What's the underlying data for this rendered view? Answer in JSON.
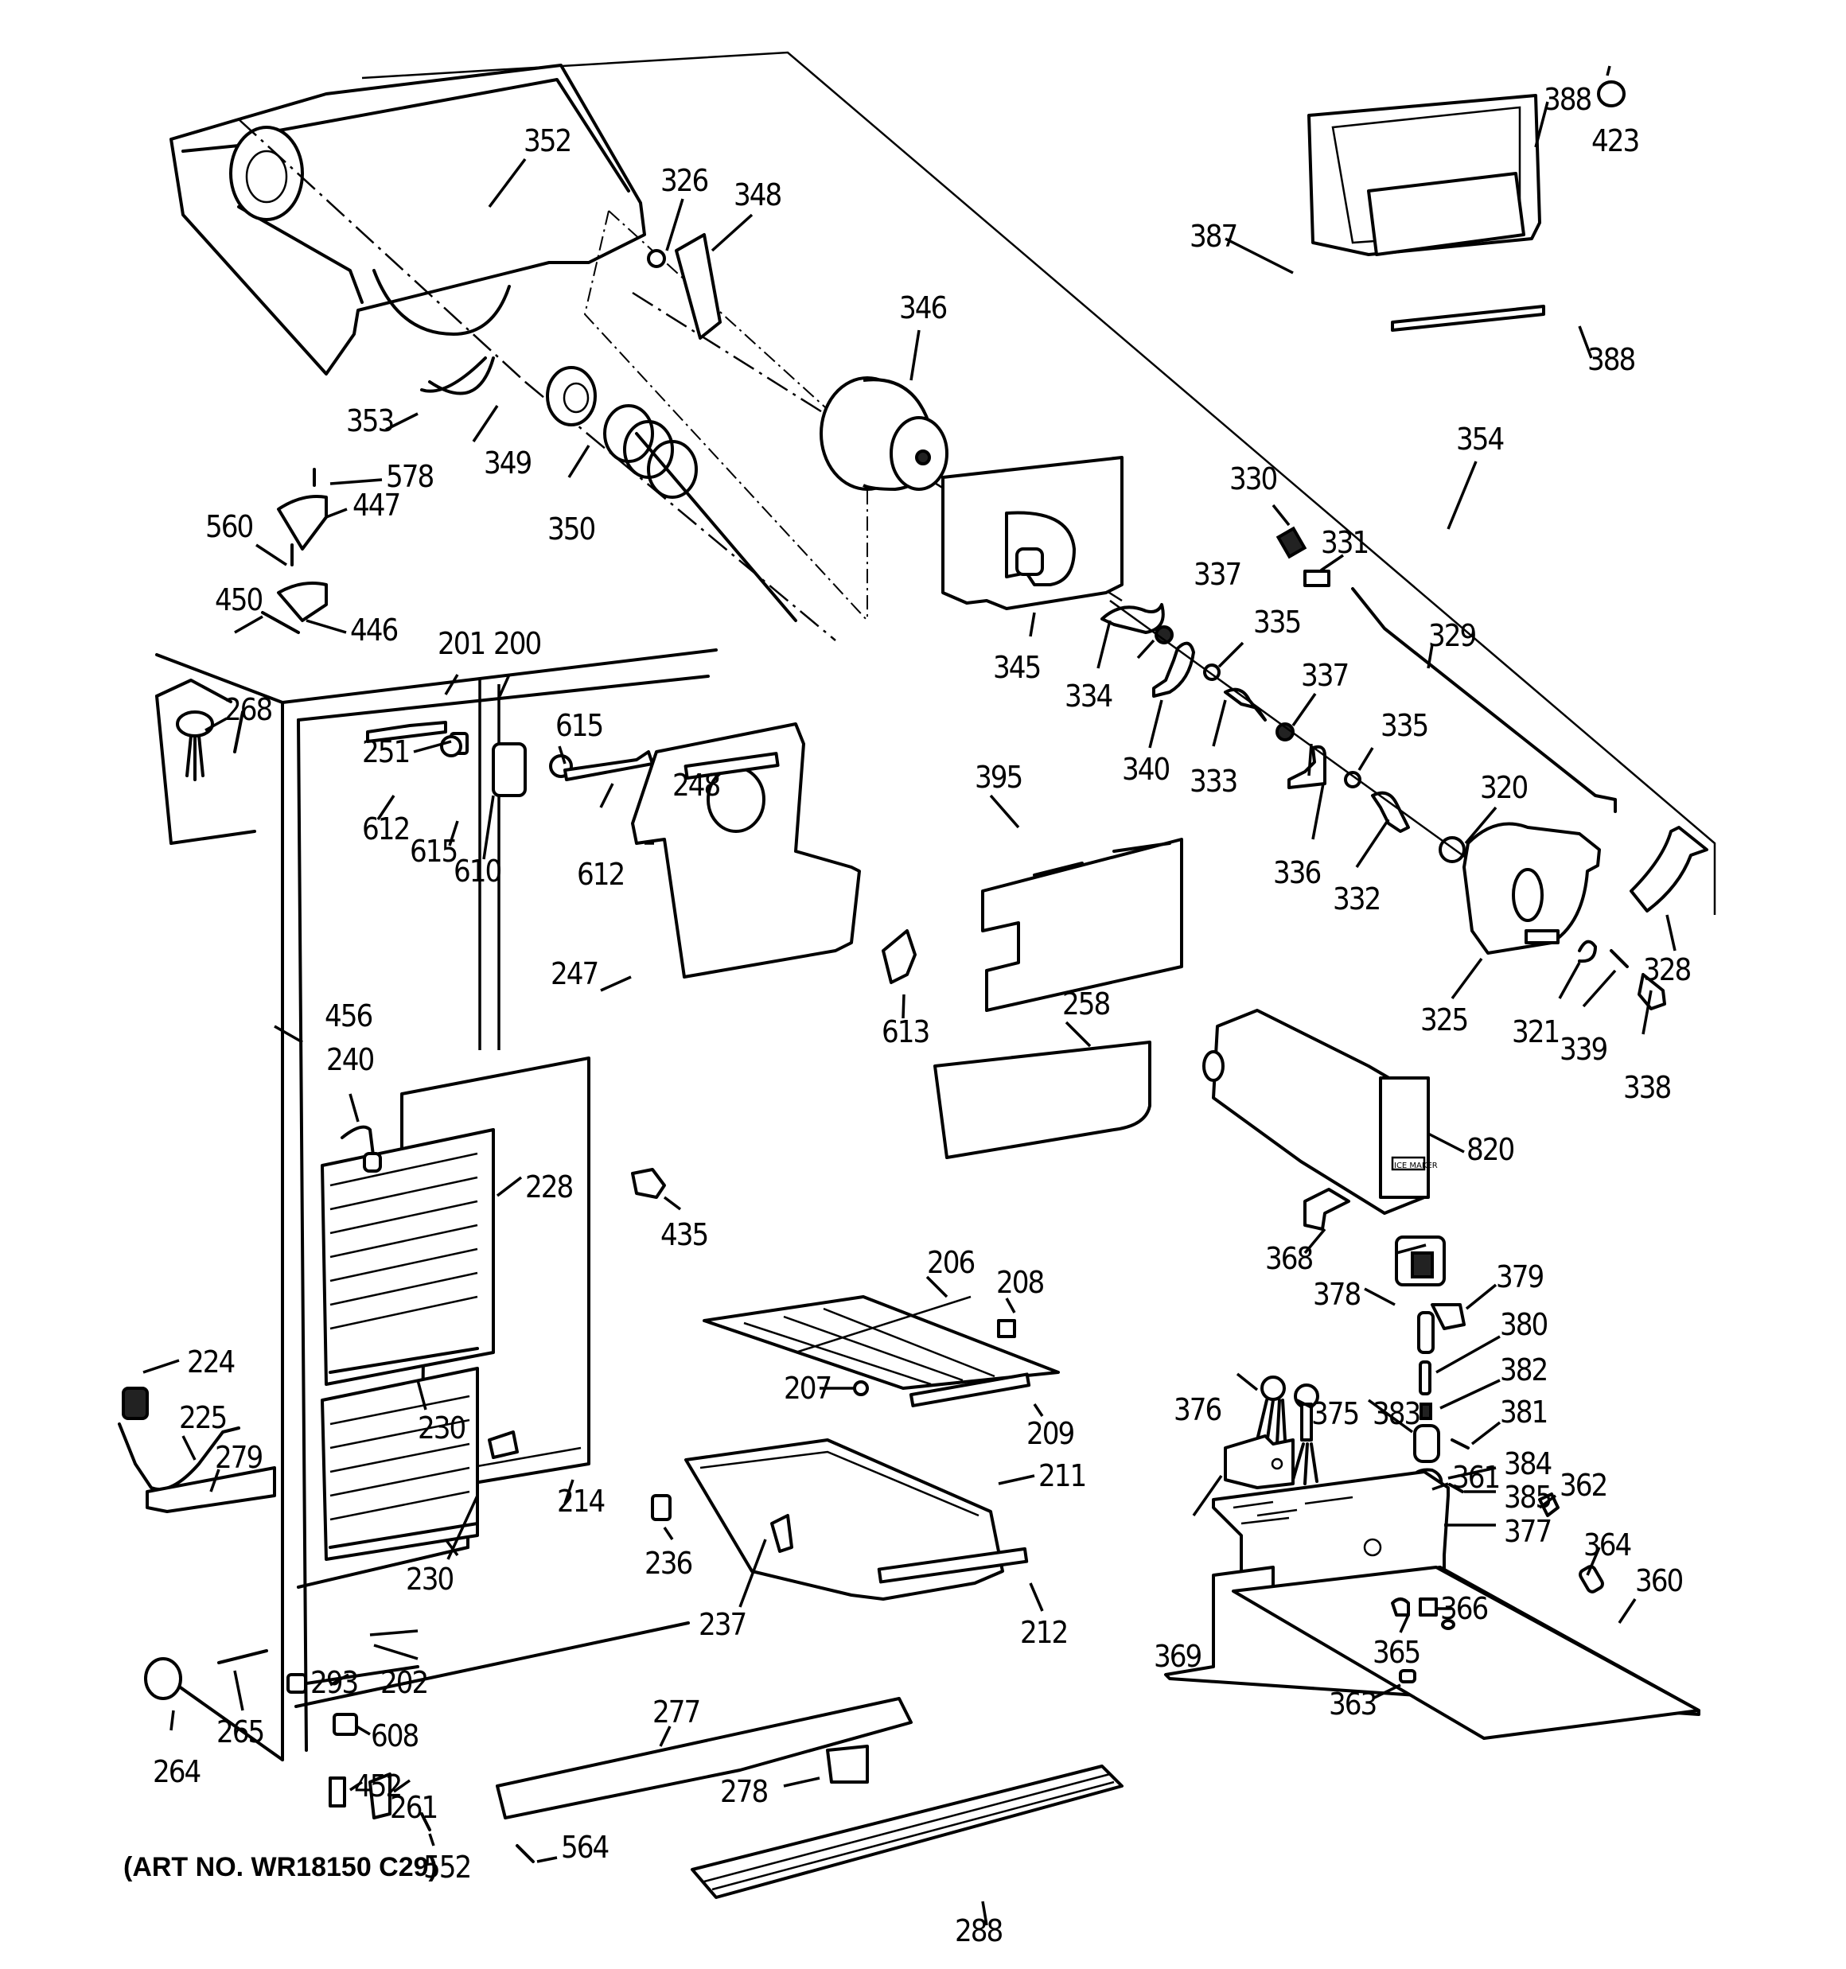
{
  "diagram": {
    "title": "Refrigerator freezer section exploded parts diagram",
    "art_number": "(ART NO. WR18150 C29)",
    "callouts": {
      "c200": "200",
      "c201": "201",
      "c202": "202",
      "c206": "206",
      "c207": "207",
      "c208": "208",
      "c209": "209",
      "c211": "211",
      "c212": "212",
      "c214": "214",
      "c224": "224",
      "c225": "225",
      "c228": "228",
      "c230a": "230",
      "c230b": "230",
      "c236": "236",
      "c237": "237",
      "c240": "240",
      "c247": "247",
      "c248": "248",
      "c251": "251",
      "c258": "258",
      "c261": "261",
      "c264": "264",
      "c265": "265",
      "c268": "268",
      "c277": "277",
      "c278": "278",
      "c279": "279",
      "c288": "288",
      "c293": "293",
      "c320": "320",
      "c321": "321",
      "c325": "325",
      "c326": "326",
      "c328": "328",
      "c329": "329",
      "c330": "330",
      "c331": "331",
      "c332": "332",
      "c333": "333",
      "c334": "334",
      "c335a": "335",
      "c335b": "335",
      "c336": "336",
      "c337a": "337",
      "c337b": "337",
      "c338": "338",
      "c339": "339",
      "c340": "340",
      "c345": "345",
      "c346": "346",
      "c348": "348",
      "c349": "349",
      "c350": "350",
      "c352": "352",
      "c353": "353",
      "c354": "354",
      "c360": "360",
      "c361": "361",
      "c362": "362",
      "c363": "363",
      "c364": "364",
      "c365": "365",
      "c366": "366",
      "c368": "368",
      "c369": "369",
      "c375": "375",
      "c376": "376",
      "c377": "377",
      "c378": "378",
      "c379": "379",
      "c380": "380",
      "c381": "381",
      "c382": "382",
      "c383": "383",
      "c384": "384",
      "c385": "385",
      "c387": "387",
      "c388a": "388",
      "c388b": "388",
      "c395": "395",
      "c423": "423",
      "c435": "435",
      "c446": "446",
      "c447": "447",
      "c450": "450",
      "c452": "452",
      "c456": "456",
      "c552": "552",
      "c560": "560",
      "c564": "564",
      "c578": "578",
      "c608": "608",
      "c610": "610",
      "c612a": "612",
      "c612b": "612",
      "c613": "613",
      "c615a": "615",
      "c615b": "615",
      "c820": "820"
    },
    "ice_maker_label": "ICE MAKER"
  }
}
